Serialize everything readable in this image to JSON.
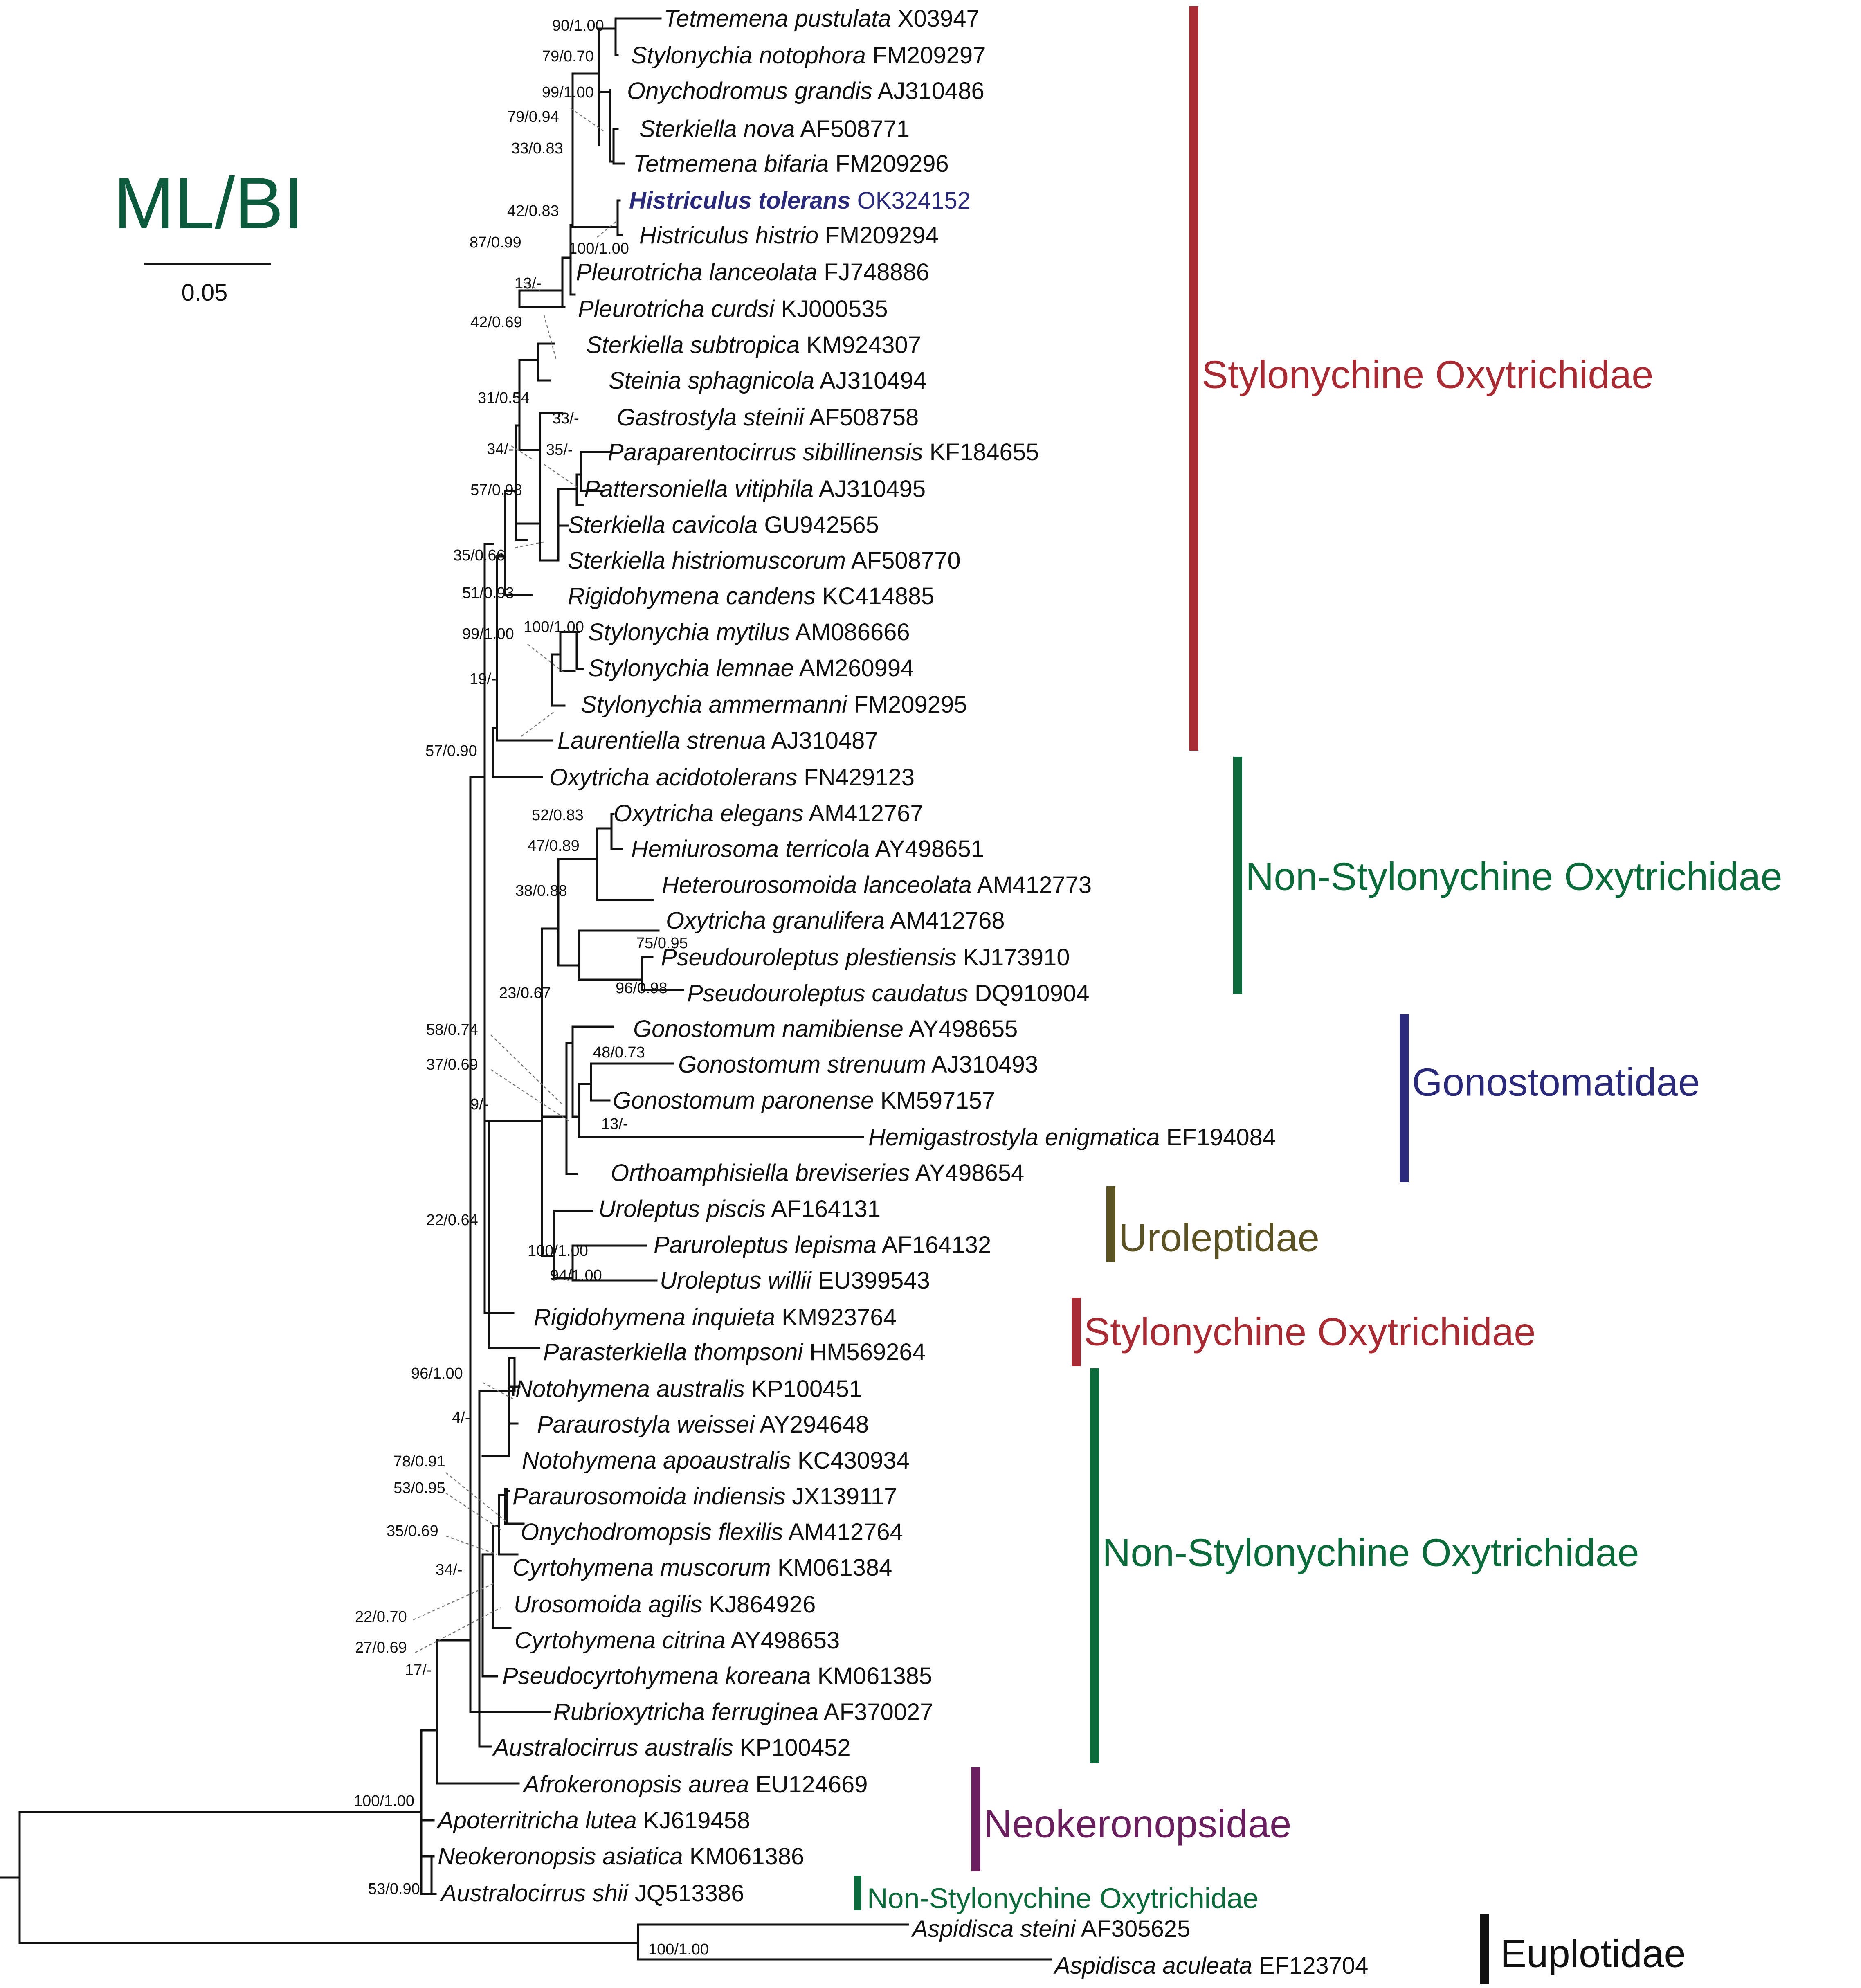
{
  "method_label": "ML/BI",
  "scale_bar_label": "0.05",
  "colors": {
    "stylonychine": "#a82a33",
    "non_stylonychine": "#0b6b3a",
    "gonostomatidae": "#2b2a7a",
    "uroleptidae": "#5c5325",
    "neokeronopsidae": "#6a1f5f",
    "euplotidae": "#111111",
    "method_label": "#0b5a3c",
    "highlight": "#2b2a7a"
  },
  "taxa": [
    {
      "species": "Tetmemena pustulata",
      "accession": "X03947"
    },
    {
      "species": "Stylonychia notophora",
      "accession": "FM209297"
    },
    {
      "species": "Onychodromus grandis",
      "accession": "AJ310486"
    },
    {
      "species": "Sterkiella nova",
      "accession": "AF508771"
    },
    {
      "species": "Tetmemena bifaria",
      "accession": "FM209296"
    },
    {
      "species": "Histriculus tolerans",
      "accession": "OK324152"
    },
    {
      "species": "Histriculus histrio",
      "accession": "FM209294"
    },
    {
      "species": "Pleurotricha lanceolata",
      "accession": "FJ748886"
    },
    {
      "species": "Pleurotricha curdsi",
      "accession": "KJ000535"
    },
    {
      "species": "Sterkiella subtropica",
      "accession": "KM924307"
    },
    {
      "species": "Steinia sphagnicola",
      "accession": "AJ310494"
    },
    {
      "species": "Gastrostyla steinii",
      "accession": "AF508758"
    },
    {
      "species": "Paraparentocirrus sibillinensis",
      "accession": "KF184655"
    },
    {
      "species": "Pattersoniella vitiphila",
      "accession": "AJ310495"
    },
    {
      "species": "Sterkiella cavicola",
      "accession": "GU942565"
    },
    {
      "species": "Sterkiella histriomuscorum",
      "accession": "AF508770"
    },
    {
      "species": "Rigidohymena candens",
      "accession": "KC414885"
    },
    {
      "species": "Stylonychia mytilus",
      "accession": "AM086666"
    },
    {
      "species": "Stylonychia lemnae",
      "accession": "AM260994"
    },
    {
      "species": "Stylonychia ammermanni",
      "accession": "FM209295"
    },
    {
      "species": "Laurentiella strenua",
      "accession": "AJ310487"
    },
    {
      "species": "Oxytricha acidotolerans",
      "accession": "FN429123"
    },
    {
      "species": "Oxytricha elegans",
      "accession": "AM412767"
    },
    {
      "species": "Hemiurosoma terricola",
      "accession": "AY498651"
    },
    {
      "species": "Heterourosomoida lanceolata",
      "accession": "AM412773"
    },
    {
      "species": "Oxytricha granulifera",
      "accession": "AM412768"
    },
    {
      "species": "Pseudouroleptus plestiensis",
      "accession": "KJ173910"
    },
    {
      "species": "Pseudouroleptus caudatus",
      "accession": "DQ910904"
    },
    {
      "species": "Gonostomum namibiense",
      "accession": "AY498655"
    },
    {
      "species": "Gonostomum strenuum",
      "accession": "AJ310493"
    },
    {
      "species": "Gonostomum paronense",
      "accession": "KM597157"
    },
    {
      "species": "Hemigastrostyla enigmatica",
      "accession": "EF194084"
    },
    {
      "species": "Orthoamphisiella breviseries",
      "accession": "AY498654"
    },
    {
      "species": "Uroleptus piscis",
      "accession": "AF164131"
    },
    {
      "species": "Paruroleptus lepisma",
      "accession": "AF164132"
    },
    {
      "species": "Uroleptus willii",
      "accession": "EU399543"
    },
    {
      "species": "Rigidohymena inquieta",
      "accession": "KM923764"
    },
    {
      "species": "Parasterkiella thompsoni",
      "accession": "HM569264"
    },
    {
      "species": "Notohymena australis",
      "accession": "KP100451"
    },
    {
      "species": "Paraurostyla weissei",
      "accession": "AY294648"
    },
    {
      "species": "Notohymena apoaustralis",
      "accession": "KC430934"
    },
    {
      "species": "Paraurosomoida indiensis",
      "accession": "JX139117"
    },
    {
      "species": "Onychodromopsis flexilis",
      "accession": "AM412764"
    },
    {
      "species": "Cyrtohymena muscorum",
      "accession": "KM061384"
    },
    {
      "species": "Urosomoida agilis",
      "accession": "KJ864926"
    },
    {
      "species": "Cyrtohymena citrina",
      "accession": "AY498653"
    },
    {
      "species": "Pseudocyrtohymena koreana",
      "accession": "KM061385"
    },
    {
      "species": "Rubrioxytricha ferruginea",
      "accession": "AF370027"
    },
    {
      "species": "Australocirrus australis",
      "accession": "KP100452"
    },
    {
      "species": "Afrokeronopsis aurea",
      "accession": "EU124669"
    },
    {
      "species": "Apoterritricha lutea",
      "accession": "KJ619458"
    },
    {
      "species": "Neokeronopsis asiatica",
      "accession": "KM061386"
    },
    {
      "species": "Australocirrus shii",
      "accession": "JQ513386"
    },
    {
      "species": "Aspidisca steini",
      "accession": "AF305625"
    },
    {
      "species": "Aspidisca aculeata",
      "accession": "EF123704"
    }
  ],
  "support_values": [
    "90/1.00",
    "79/0.70",
    "99/1.00",
    "79/0.94",
    "33/0.83",
    "42/0.83",
    "100/1.00",
    "87/0.99",
    "13/-",
    "42/0.69",
    "31/0.54",
    "33/-",
    "34/-",
    "35/-",
    "57/0.98",
    "35/0.66",
    "51/0.93",
    "100/1.00",
    "99/1.00",
    "19/-",
    "57/0.90",
    "52/0.83",
    "47/0.89",
    "38/0.88",
    "75/0.95",
    "96/0.98",
    "23/0.67",
    "58/0.74",
    "48/0.73",
    "37/0.69",
    "9/-",
    "13/-",
    "22/0.64",
    "100/1.00",
    "94/1.00",
    "96/1.00",
    "4/-",
    "78/0.91",
    "53/0.95",
    "35/0.69",
    "34/-",
    "22/0.70",
    "27/0.69",
    "17/-",
    "100/1.00",
    "53/0.90",
    "100/1.00"
  ],
  "clades": [
    {
      "label": "Stylonychine Oxytrichidae",
      "color_key": "stylonychine"
    },
    {
      "label": "Non-Stylonychine Oxytrichidae",
      "color_key": "non_stylonychine"
    },
    {
      "label": "Gonostomatidae",
      "color_key": "gonostomatidae"
    },
    {
      "label": "Uroleptidae",
      "color_key": "uroleptidae"
    },
    {
      "label": "Stylonychine Oxytrichidae",
      "color_key": "stylonychine"
    },
    {
      "label": "Non-Stylonychine Oxytrichidae",
      "color_key": "non_stylonychine"
    },
    {
      "label": "Neokeronopsidae",
      "color_key": "neokeronopsidae"
    },
    {
      "label": "Non-Stylonychine Oxytrichidae",
      "color_key": "non_stylonychine"
    },
    {
      "label": "Euplotidae",
      "color_key": "euplotidae"
    }
  ]
}
